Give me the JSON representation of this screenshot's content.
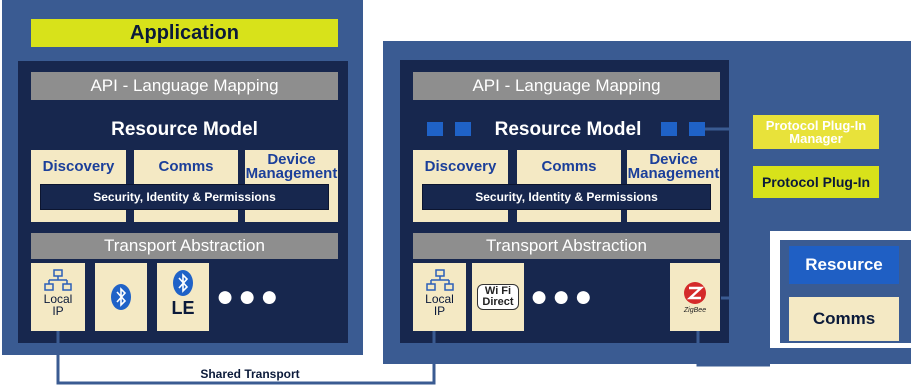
{
  "left": {
    "application": "Application",
    "api": "API - Language Mapping",
    "resource_model": "Resource Model",
    "discovery": "Discovery",
    "comms": "Comms",
    "device_management": [
      "Device",
      "Management"
    ],
    "security": "Security, Identity & Permissions",
    "transport": "Transport Abstraction",
    "local_ip": [
      "Local",
      "IP"
    ],
    "le": "LE",
    "dots": "●●●"
  },
  "right": {
    "api": "API - Language Mapping",
    "resource_model": "Resource Model",
    "discovery": "Discovery",
    "comms": "Comms",
    "device_management": [
      "Device",
      "Management"
    ],
    "security": "Security, Identity & Permissions",
    "transport": "Transport Abstraction",
    "local_ip": [
      "Local",
      "IP"
    ],
    "wifi": "Wi Fi",
    "wifi_direct": "Direct",
    "zigbee": "ZigBee",
    "dots": "●●●"
  },
  "plugin": {
    "manager": [
      "Protocol Plug-In",
      "Manager"
    ],
    "plugin": "Protocol Plug-In"
  },
  "device": {
    "resource": "Resource",
    "comms": "Comms"
  },
  "shared_transport": "Shared Transport",
  "colors": {
    "stack_blue": "#3a5b92",
    "navy": "#17274e",
    "yellow": "#d8e21a",
    "cream": "#f4e9c4",
    "bluetooth": "#1f62c7"
  }
}
